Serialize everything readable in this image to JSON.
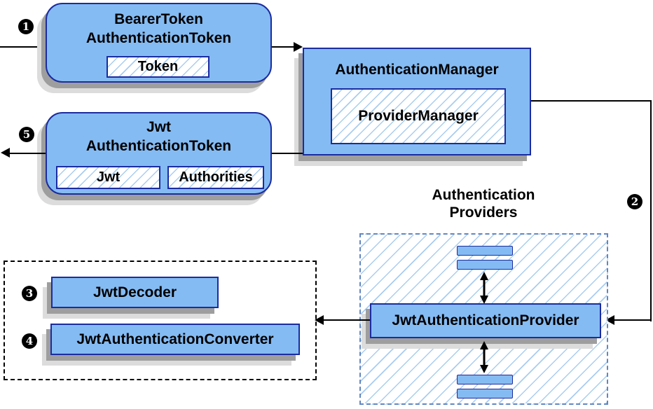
{
  "steps": {
    "s1": "1",
    "s2": "2",
    "s3": "3",
    "s4": "4",
    "s5": "5"
  },
  "nodes": {
    "bearer_token": {
      "title_line1": "BearerToken",
      "title_line2": "AuthenticationToken",
      "field": "Token"
    },
    "authentication_manager": {
      "title": "AuthenticationManager",
      "implementation": "ProviderManager"
    },
    "jwt_authentication_token": {
      "title_line1": "Jwt",
      "title_line2": "AuthenticationToken",
      "field1": "Jwt",
      "field2": "Authorities"
    },
    "providers_group": {
      "label_line1": "Authentication",
      "label_line2": "Providers"
    },
    "jwt_authentication_provider": {
      "title": "JwtAuthenticationProvider"
    },
    "jwt_decoder": {
      "title": "JwtDecoder"
    },
    "jwt_authentication_converter": {
      "title": "JwtAuthenticationConverter"
    }
  },
  "colors": {
    "node_fill": "#85BBF3",
    "node_border": "#1B2CA0",
    "hatch_line": "#A9CDF0",
    "group_dash_border": "#6187C1",
    "outline_dash_border": "#000000",
    "arrow": "#000000",
    "shadow": "#9E9E9E"
  }
}
